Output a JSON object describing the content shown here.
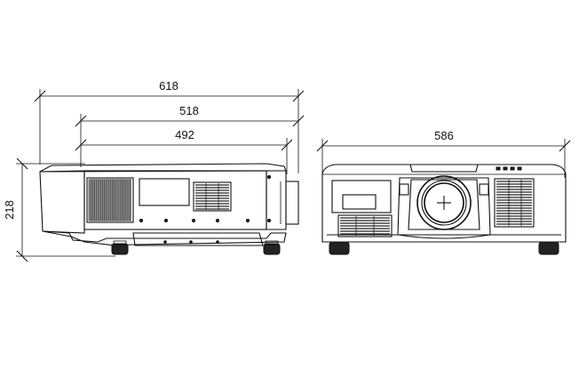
{
  "dimensions": {
    "overall_length": "618",
    "body_length": "518",
    "foot_span": "492",
    "height": "218",
    "width": "586"
  }
}
